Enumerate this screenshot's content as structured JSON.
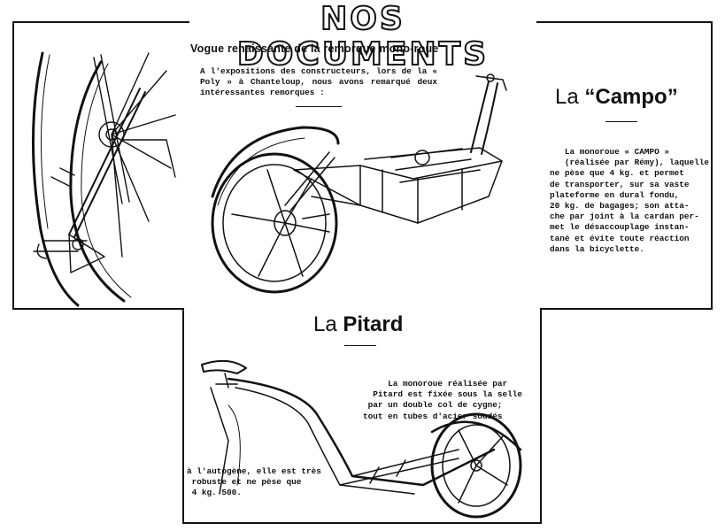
{
  "masthead": "NOS DOCUMENTS",
  "subtitle": "Vogue renaissante de la remorque mono-roue",
  "intro": "A l'expositions des constructeurs, lors de la « Poly » à Chanteloup, nous avons remarqué deux intéressantes remorques :",
  "campo": {
    "heading_prefix": "La",
    "heading_name": "“Campo”",
    "text": "   La monoroue « CAMPO »\n   (réalisée par Rémy), laquelle\nne pèse que 4 kg. et permet\nde transporter, sur sa vaste\nplateforme en dural fondu,\n20 kg. de bagages; son atta-\nche par joint à la cardan per-\nmet le désaccouplage instan-\ntané et évite toute réaction\ndans la bicyclette."
  },
  "pitard": {
    "heading_prefix": "La",
    "heading_name": "Pitard",
    "text": "     La monoroue réalisée par\n  Pitard est fixée sous la selle\n par un double col de cygne;\ntout en tubes d'acier soudés",
    "text_2": "à l'autogène, elle est très\n robuste et ne pèse que\n 4 kg. 500."
  }
}
